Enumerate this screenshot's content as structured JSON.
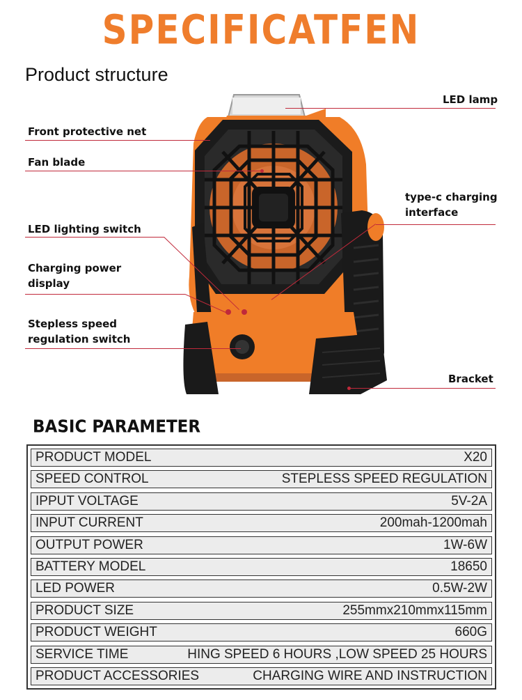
{
  "header": {
    "title": "SPECIFICATFEN",
    "subtitle": "Product structure"
  },
  "callouts": {
    "led_lamp": "LED lamp",
    "front_net": "Front protective net",
    "fan_blade": "Fan blade",
    "typec_1": "type-c charging",
    "typec_2": "interface",
    "led_switch": "LED lighting switch",
    "charging_display_1": "Charging power",
    "charging_display_2": "display",
    "speed_switch_1": "Stepless speed",
    "speed_switch_2": "regulation switch",
    "bracket": "Bracket"
  },
  "colors": {
    "accent_orange": "#ef7d2c",
    "callout_line": "#c0293a",
    "table_row_bg": "#ececec"
  },
  "parameters": {
    "title": "BASIC PARAMETER",
    "rows": [
      {
        "label": "PRODUCT MODEL",
        "value": "X20"
      },
      {
        "label": "SPEED CONTROL",
        "value": "STEPLESS SPEED REGULATION"
      },
      {
        "label": "IPPUT VOLTAGE",
        "value": "5V-2A"
      },
      {
        "label": "INPUT CURRENT",
        "value": "200mah-1200mah"
      },
      {
        "label": "OUTPUT POWER",
        "value": "1W-6W"
      },
      {
        "label": "BATTERY MODEL",
        "value": "18650"
      },
      {
        "label": "LED POWER",
        "value": "0.5W-2W"
      },
      {
        "label": "PRODUCT SIZE",
        "value": "255mmx210mmx115mm"
      },
      {
        "label": "PRODUCT WEIGHT",
        "value": "660G"
      },
      {
        "label": "SERVICE TIME",
        "value": "HING SPEED 6 HOURS ,LOW SPEED 25 HOURS"
      },
      {
        "label": "PRODUCT ACCESSORIES",
        "value": "CHARGING WIRE AND INSTRUCTION"
      }
    ]
  }
}
